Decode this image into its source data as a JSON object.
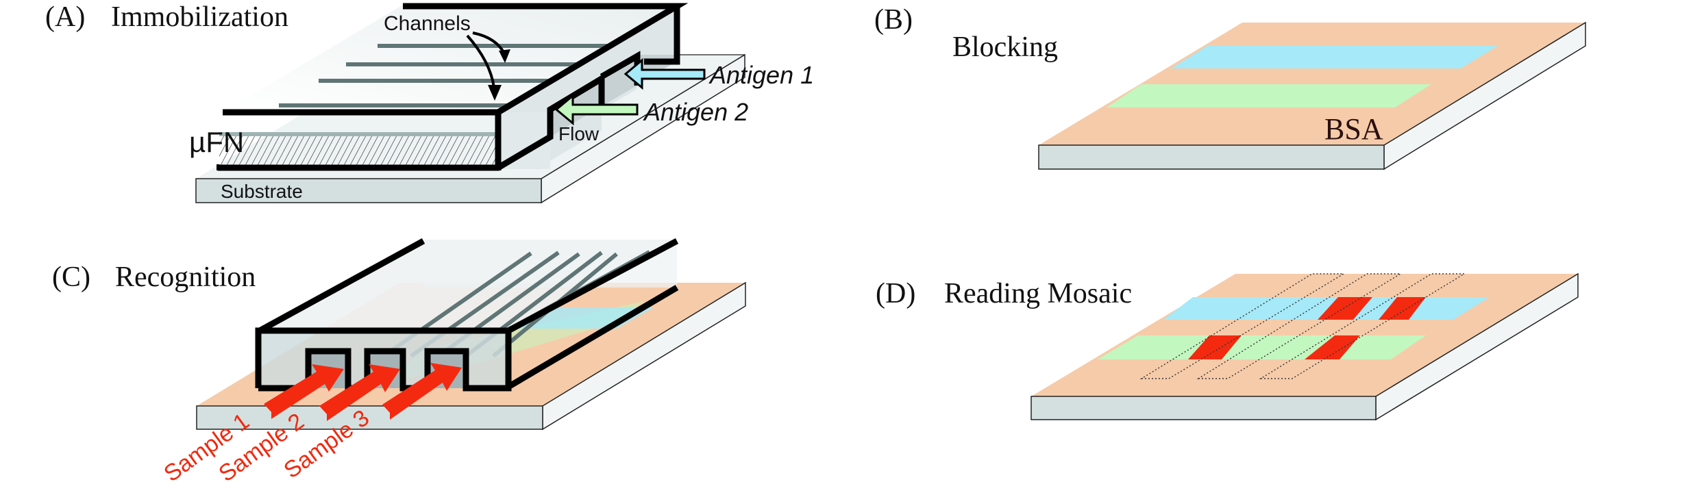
{
  "figure": {
    "panels": [
      {
        "id": "A",
        "letter": "(A)",
        "title": "Immobilization",
        "labels": {
          "channels": "Channels",
          "antigen1": "Antigen 1",
          "antigen2": "Antigen 2",
          "flow": "Flow",
          "ufn": "µFN",
          "substrate": "Substrate"
        }
      },
      {
        "id": "B",
        "letter": "(B)",
        "title": "Blocking",
        "labels": {
          "bsa": "BSA"
        }
      },
      {
        "id": "C",
        "letter": "(C)",
        "title": "Recognition",
        "labels": {
          "sample1": "Sample 1",
          "sample2": "Sample 2",
          "sample3": "Sample 3"
        }
      },
      {
        "id": "D",
        "letter": "(D)",
        "title": "Reading Mosaic",
        "mosaic": {
          "rows": [
            "Antigen 1",
            "Antigen 2"
          ],
          "columns": [
            "Sample 1",
            "Sample 2",
            "Sample 3"
          ],
          "positive": [
            [
              false,
              true,
              true
            ],
            [
              true,
              false,
              true
            ]
          ]
        }
      }
    ],
    "colors": {
      "antigen1": "#a6e9f8",
      "antigen2": "#c3f7c0",
      "bsa": "#f6cba9",
      "sample": "#f32a10",
      "substrate_front": "#d4e0e0",
      "substrate_side": "#f1f5f6",
      "channel_line": "#607575"
    }
  }
}
